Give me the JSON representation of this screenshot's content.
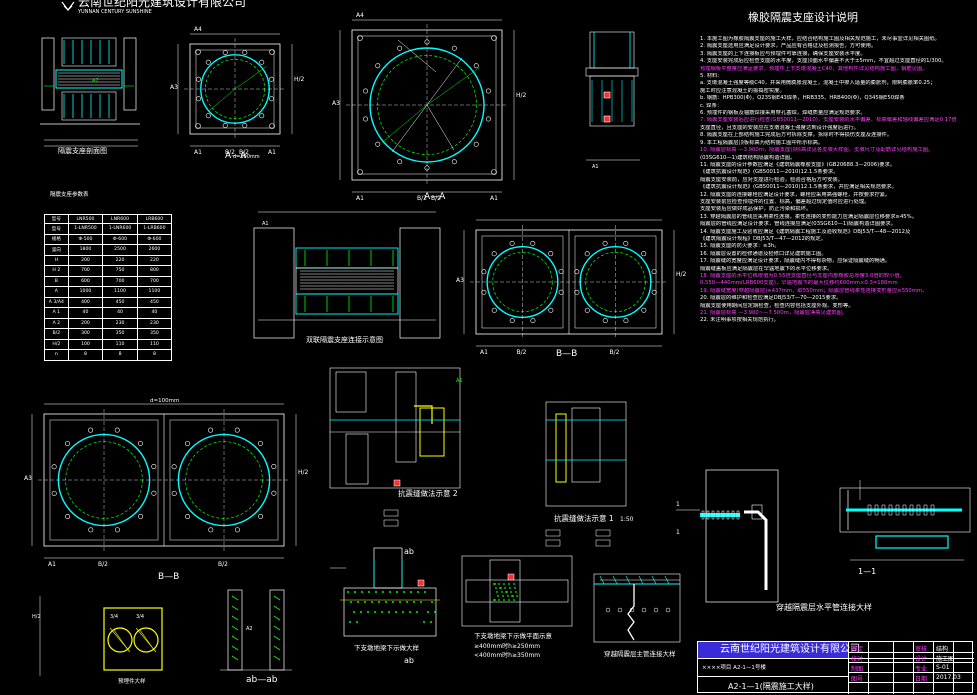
{
  "header": {
    "company_cn": "云南世纪阳光建筑设计有限公司",
    "company_en": "YUNNAN CENTURY SUNSHINE"
  },
  "views": {
    "section_aa_1": "A—A",
    "section_aa_2": "A—A",
    "section_bb_1": "B—B",
    "section_bb_2": "B—B",
    "section_abab": "ab—ab",
    "section_11": "1—1",
    "cross_ab": "ab",
    "dim_100": "d=100mm"
  },
  "dims": {
    "a1": "A1",
    "a2": "A2",
    "a3": "A3",
    "a4": "A4",
    "b2": "B/2",
    "h2": "H/2",
    "b1": "B/2"
  },
  "captions": {
    "bearing_detail": "隔震支座剖面图",
    "double_bearing": "双联隔震支座连接示意图",
    "table_title": "隔震支座参数表",
    "wall_detail_2": "抗震缝做法示意 2",
    "wall_detail_1": "抗震缝做法示意 1",
    "scale_2": "1:50",
    "scale_1": "1:50",
    "footing_1": "下支墩地梁下示做大样",
    "footing_2": "下支墩地梁下示做平面示意",
    "pipe_vertical": "穿越隔震层主管连接大样",
    "pipe_horizontal": "穿越隔震层水平管连接大样",
    "rebar_note_1": "≥400mm时h≥250mm",
    "rebar_note_2": "<400mm时h≥350mm",
    "embedded": "预埋件大样"
  },
  "table": {
    "headers": [
      "型号",
      "LNR500",
      "LNR600",
      "LRB600"
    ],
    "rows": [
      [
        "型号",
        "1-LNR500",
        "1-LNR600",
        "1-LRB600"
      ],
      [
        "规格",
        "Φ-500",
        "Φ-600",
        "Φ-600"
      ],
      [
        "竖向",
        "1800",
        "2500",
        "2600"
      ],
      [
        "H",
        "200",
        "220",
        "220"
      ],
      [
        "H 2",
        "700",
        "750",
        "800"
      ],
      [
        "B",
        "600",
        "700",
        "700"
      ],
      [
        "A",
        "1000",
        "1100",
        "1100"
      ],
      [
        "A 3/A4",
        "400",
        "450",
        "450"
      ],
      [
        "A 1",
        "40",
        "40",
        "40"
      ],
      [
        "A 2",
        "200",
        "230",
        "230"
      ],
      [
        "B/2",
        "300",
        "350",
        "350"
      ],
      [
        "H/2",
        "100",
        "110",
        "110"
      ],
      [
        "n",
        "8",
        "8",
        "8"
      ]
    ]
  },
  "notes": {
    "title": "橡胶隔震支座设计说明",
    "lines": [
      {
        "t": "1. 本施工图为橡胶隔震支座的施工大样，应结合结构施工图及相关规范施工，未尽事宜详见相关图纸。",
        "c": ""
      },
      {
        "t": "2. 隔震支座选用应满足设计要求，产品应有合格证及检测报告，方可使用。",
        "c": ""
      },
      {
        "t": "3. 隔震支座的上下连接板应与预埋件可靠连接，确保支座安装水平度。",
        "c": ""
      },
      {
        "t": "4. 支座安装完成后应检查支座的水平度，支座顶面水平偏差不大于±5mm，不宜超过支座直径的1/300。",
        "c": ""
      },
      {
        "t": "   预埋钢板平整度应满足要求，预埋件上下支墩混凝土C40，其他构件详见结构施工图，钢筋见图。",
        "c": "mag"
      },
      {
        "t": "5. 材料：",
        "c": ""
      },
      {
        "t": "   a. 支墩混凝土强度等级C40，并采用微膨胀混凝土，混凝土中掺入适量的膨胀剂，限制膨胀率0.25；",
        "c": ""
      },
      {
        "t": "   施工时应注意混凝土的振捣密实度。",
        "c": ""
      },
      {
        "t": "   b. 钢筋：HPB300(Φ)，Q235钢E43焊条，HRB335、HRB400(Φ)，Q345钢E50焊条",
        "c": ""
      },
      {
        "t": "   c. 焊条：",
        "c": ""
      },
      {
        "t": "6. 预埋件的钢板及锚筋焊接采用穿孔塞焊，焊缝质量应满足规范要求。",
        "c": ""
      },
      {
        "t": "7. 隔震支座安装后应进行检查(GB50011—2010)，支座安装的水平偏差、标高偏差和轴线偏差应满足0.17倍",
        "c": "mag"
      },
      {
        "t": "   支座直径，且支座的安装应在支墩混凝土强度达到设计强度后进行。",
        "c": ""
      },
      {
        "t": "8. 隔震支座在上部结构施工完成后方可拆除支撑，拆除时不得损伤支座及连接件。",
        "c": ""
      },
      {
        "t": "9. 本工程隔震层顶板标高为结构施工图中所示标高。",
        "c": ""
      },
      {
        "t": "10. 隔震层标高 —3.900m，隔震支座顶标高详见各支墩大样图，支墩尺寸及配筋详见结构施工图。",
        "c": "mag"
      },
      {
        "t": "   (03SG610—1)建筑结构隔震构造详图。",
        "c": ""
      },
      {
        "t": "11. 隔震支座的设计参数应满足《建筑隔震橡胶支座》(GB20688.3—2006)要求。",
        "c": ""
      },
      {
        "t": "   《建筑抗震设计规范》(GB50011—2010)12.1.5条要求。",
        "c": ""
      },
      {
        "t": "   隔震支座安装前，应对支座进行检验，检验合格后方可安装。",
        "c": ""
      },
      {
        "t": "   《建筑抗震设计规范》(GB50011—2010)12.1.5条要求，并应满足相关规范要求。",
        "c": ""
      },
      {
        "t": "12. 隔震支座的连接螺栓应满足设计要求，螺栓应采用高强螺栓，并按要求拧紧。",
        "c": ""
      },
      {
        "t": "   支座安装前应检查预埋件的位置、标高，偏差超过规定值时应进行处理。",
        "c": ""
      },
      {
        "t": "   支座安装后应做好成品保护，防止污染和损坏。",
        "c": ""
      },
      {
        "t": "13. 穿越隔震层的管线应采用柔性连接，柔性连接的变形能力应满足隔震层位移要求≥45%。",
        "c": ""
      },
      {
        "t": "   隔震层的管线应满足设计要求，管线连接应满足(03SG610—1)隔震构造详图要求。",
        "c": ""
      },
      {
        "t": "14. 隔震支座施工及验收应满足《建筑隔震工程施工及验收规范》DBJ53/T—48—2012及",
        "c": ""
      },
      {
        "t": "   《建筑隔震设计规程》DBJ53/T—47—2012的规定。",
        "c": ""
      },
      {
        "t": "15. 隔震支座的防火要求：≥3h。",
        "c": ""
      },
      {
        "t": "16. 隔震层设置的检修通道及检修口详见建筑施工图。",
        "c": ""
      },
      {
        "t": "17. 隔震缝的宽度应满足设计要求，隔震缝内不得有杂物，应保证隔震缝的畅通。",
        "c": ""
      },
      {
        "t": "   隔震缝盖板应满足隔震层在罕遇地震下的水平位移要求。",
        "c": ""
      },
      {
        "t": "18. 隔震支座的水平位移限值为0.55倍支座直径与支座内部橡胶总厚度3.0倍的较小值。",
        "c": "mag"
      },
      {
        "t": "   0.550—440mm(LRB600支座)，罕遇地震下的最大位移约600mm×0.3=180mm",
        "c": "mag"
      },
      {
        "t": "19. 隔震缝宽度(穿越隔震层)≥437mm，取550mm；隔震层管线柔性连接变形量应≥550mm。",
        "c": "mag"
      },
      {
        "t": "20. 隔震层的维护和检查应满足DBJ53/T—70—2015要求。",
        "c": ""
      },
      {
        "t": "   隔震支座使用期间应定期检查，检查内容包括支座外观、变形等。",
        "c": ""
      },
      {
        "t": "21. 隔震层标高 —3.900~—7.500m，隔震层净高见建筑图。",
        "c": "mag"
      },
      {
        "t": "22. 未注明事项按相关规范执行。",
        "c": ""
      }
    ]
  },
  "title_block": {
    "company": "云南世纪阳光建筑设计有限公司",
    "project": "××××项目 A2-1—1号楼",
    "drawing": "A2-1—1(隔震施工大样)",
    "labels": [
      "审定",
      "审核",
      "校对",
      "设计",
      "制图",
      "专业",
      "图号",
      "日期"
    ],
    "values": [
      "结构",
      "施工图",
      "S-01",
      "2017.03"
    ]
  },
  "colors": {
    "cyan": "#00ffff",
    "green": "#00ff00",
    "yellow": "#ffff00",
    "magenta": "#ff00ff",
    "white": "#ffffff",
    "red": "#ff3030",
    "blue": "#3c64ff",
    "title_bg": "#3333cc"
  }
}
